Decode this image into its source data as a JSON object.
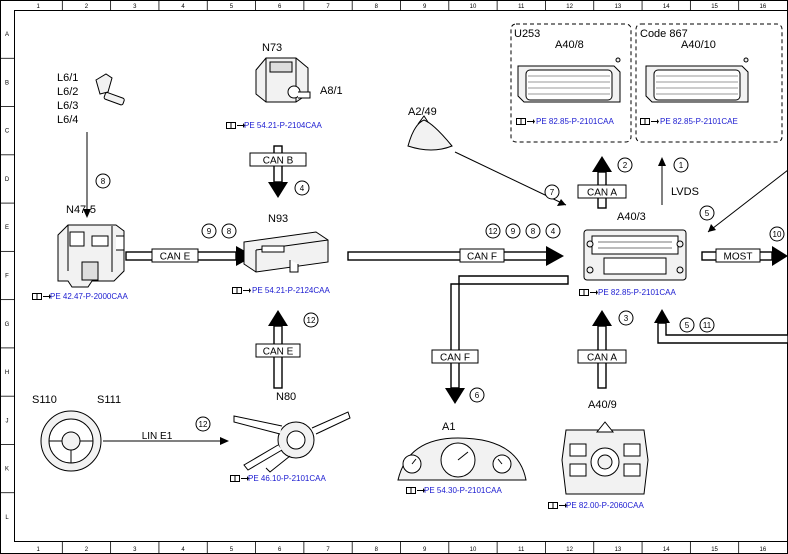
{
  "grid": {
    "columns": [
      "1",
      "2",
      "3",
      "4",
      "5",
      "6",
      "7",
      "8",
      "9",
      "10",
      "11",
      "12",
      "13",
      "14",
      "15",
      "16"
    ],
    "rows": [
      "A",
      "B",
      "C",
      "D",
      "E",
      "F",
      "G",
      "H",
      "J",
      "K",
      "L"
    ]
  },
  "components": {
    "l6": [
      "L6/1",
      "L6/2",
      "L6/3",
      "L6/4"
    ],
    "n47": "N47-5",
    "n73": "N73",
    "a8": "A8/1",
    "n93": "N93",
    "a249": "A2/49",
    "u253": "U253",
    "code867": "Code 867",
    "a408": "A40/8",
    "a4010": "A40/10",
    "a403": "A40/3",
    "lvds": "LVDS",
    "s110": "S110",
    "s111": "S111",
    "n80": "N80",
    "a1": "A1",
    "a409": "A40/9"
  },
  "buses": {
    "can_b": "CAN B",
    "can_e_h": "CAN E",
    "can_e_v": "CAN E",
    "can_f_h": "CAN F",
    "can_f_v": "CAN F",
    "can_a_top": "CAN A",
    "can_a_bottom": "CAN A",
    "most": "MOST",
    "lin": "LIN E1"
  },
  "references": {
    "a408": "PE 82.85-P-2101CAA",
    "a4010": "PE 82.85-P-2101CAE",
    "n73": "PE 54.21-P-2104CAA",
    "n47": "PE 42.47-P-2000CAA",
    "n93": "PE 54.21-P-2124CAA",
    "a403": "PE 82.85-P-2101CAA",
    "n80": "PE 46.10-P-2101CAA",
    "a1": "PE 54.30-P-2101CAA",
    "a409": "PE 82.00-P-2060CAA"
  },
  "markers": {
    "m1": "1",
    "m2": "2",
    "m3": "3",
    "m4a": "4",
    "m4b": "4",
    "m5a": "5",
    "m5b": "5",
    "m6": "6",
    "m7": "7",
    "m8a": "8",
    "m8b": "8",
    "m8c": "8",
    "m9a": "9",
    "m9b": "9",
    "m10": "10",
    "m11": "11",
    "m12a": "12",
    "m12b": "12",
    "m12c": "12"
  },
  "colors": {
    "reference_text": "#1a1ad0",
    "line": "#000000",
    "bus_fill": "#ffffff",
    "component_fill": "#f2f2f2"
  }
}
